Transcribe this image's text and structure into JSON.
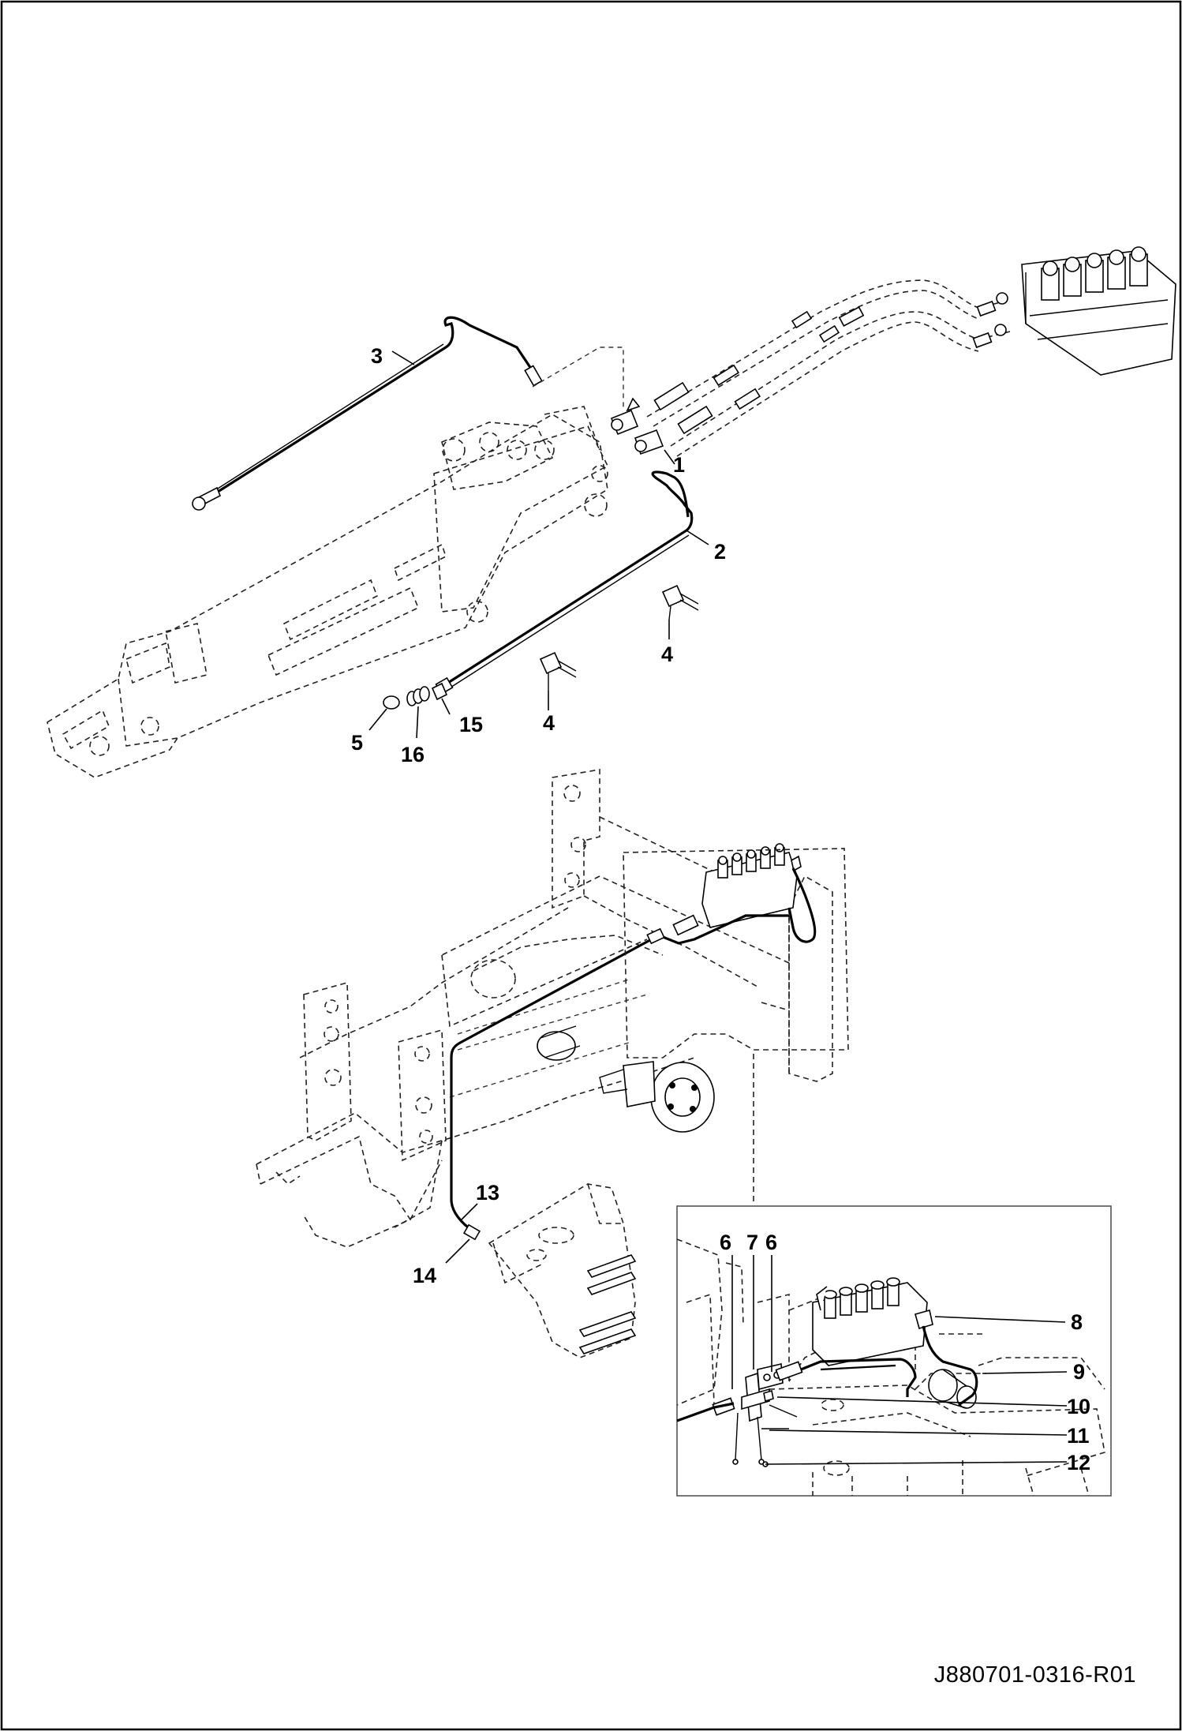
{
  "drawing_number": "J880701-0316-R01",
  "callouts": {
    "c1": "1",
    "c2": "2",
    "c3": "3",
    "c4a": "4",
    "c4b": "4",
    "c5": "5",
    "c16": "16",
    "c15": "15",
    "c13": "13",
    "c14": "14",
    "c6a": "6",
    "c7": "7",
    "c6b": "6",
    "c8": "8",
    "c9": "9",
    "c10": "10",
    "c11": "11",
    "c12": "12"
  }
}
